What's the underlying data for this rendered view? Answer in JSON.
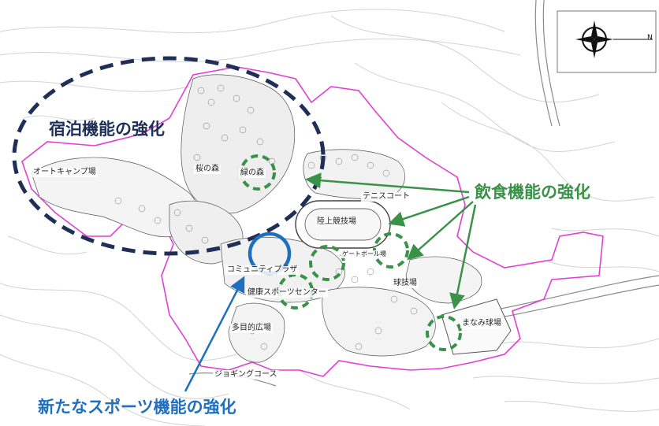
{
  "labels": {
    "auto_camp": "オートキャンプ場",
    "forest_a": "桜の森",
    "forest_b": "緑の森",
    "tennis": "テニスコート",
    "athletics": "陸上競技場",
    "gate_ball": "ゲートボール場",
    "community": "コミュニティプラザ",
    "health_sports": "健康スポーツセンター",
    "ball_field": "球技場",
    "multi_plaza": "多目的広場",
    "jogging": "ジョギングコース",
    "manami": "まなみ球場",
    "north": "N"
  },
  "callouts": {
    "lodging": "宿泊機能の強化",
    "dining": "飲食機能の強化",
    "sports": "新たなスポーツ機能の強化"
  },
  "colors": {
    "navy": "#1f2f57",
    "green": "#3a9148",
    "blue": "#1f6fbf",
    "boundary": "#e23fd4",
    "contour": "#cfcfcf"
  }
}
